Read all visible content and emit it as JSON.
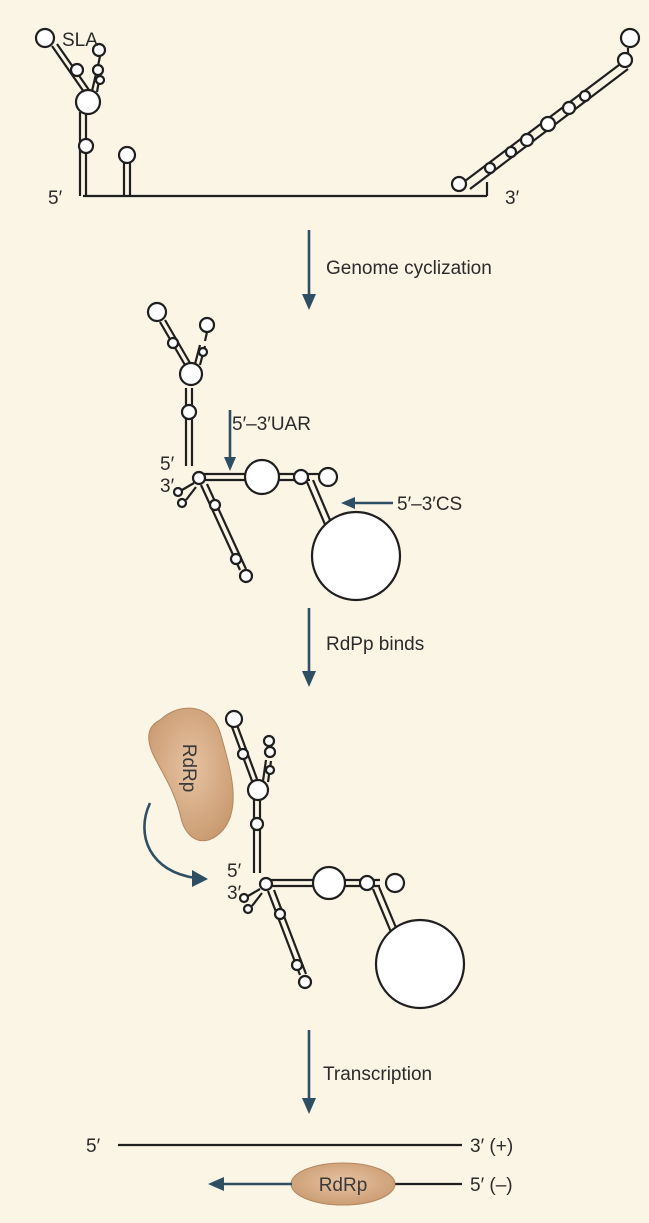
{
  "stage1": {
    "sla_label": "SLA",
    "five_prime": "5′",
    "three_prime": "3′"
  },
  "step1_label": "Genome cyclization",
  "stage2": {
    "uar_label": "5′–3′UAR",
    "cs_label": "5′–3′CS",
    "five_prime": "5′",
    "three_prime": "3′"
  },
  "step2_label": "RdPp binds",
  "stage3": {
    "rdrp_label": "RdRp",
    "five_prime": "5′",
    "three_prime": "3′"
  },
  "step3_label": "Transcription",
  "stage4": {
    "plus_five": "5′",
    "plus_three": "3′ (+)",
    "minus_five": "5′ (–)",
    "rdrp_label": "RdRp"
  },
  "colors": {
    "background": "#fbf5e6",
    "arrow": "#2e4e63",
    "rdrp_fill": "#d9ad85",
    "strand": "#1f1f1f"
  }
}
